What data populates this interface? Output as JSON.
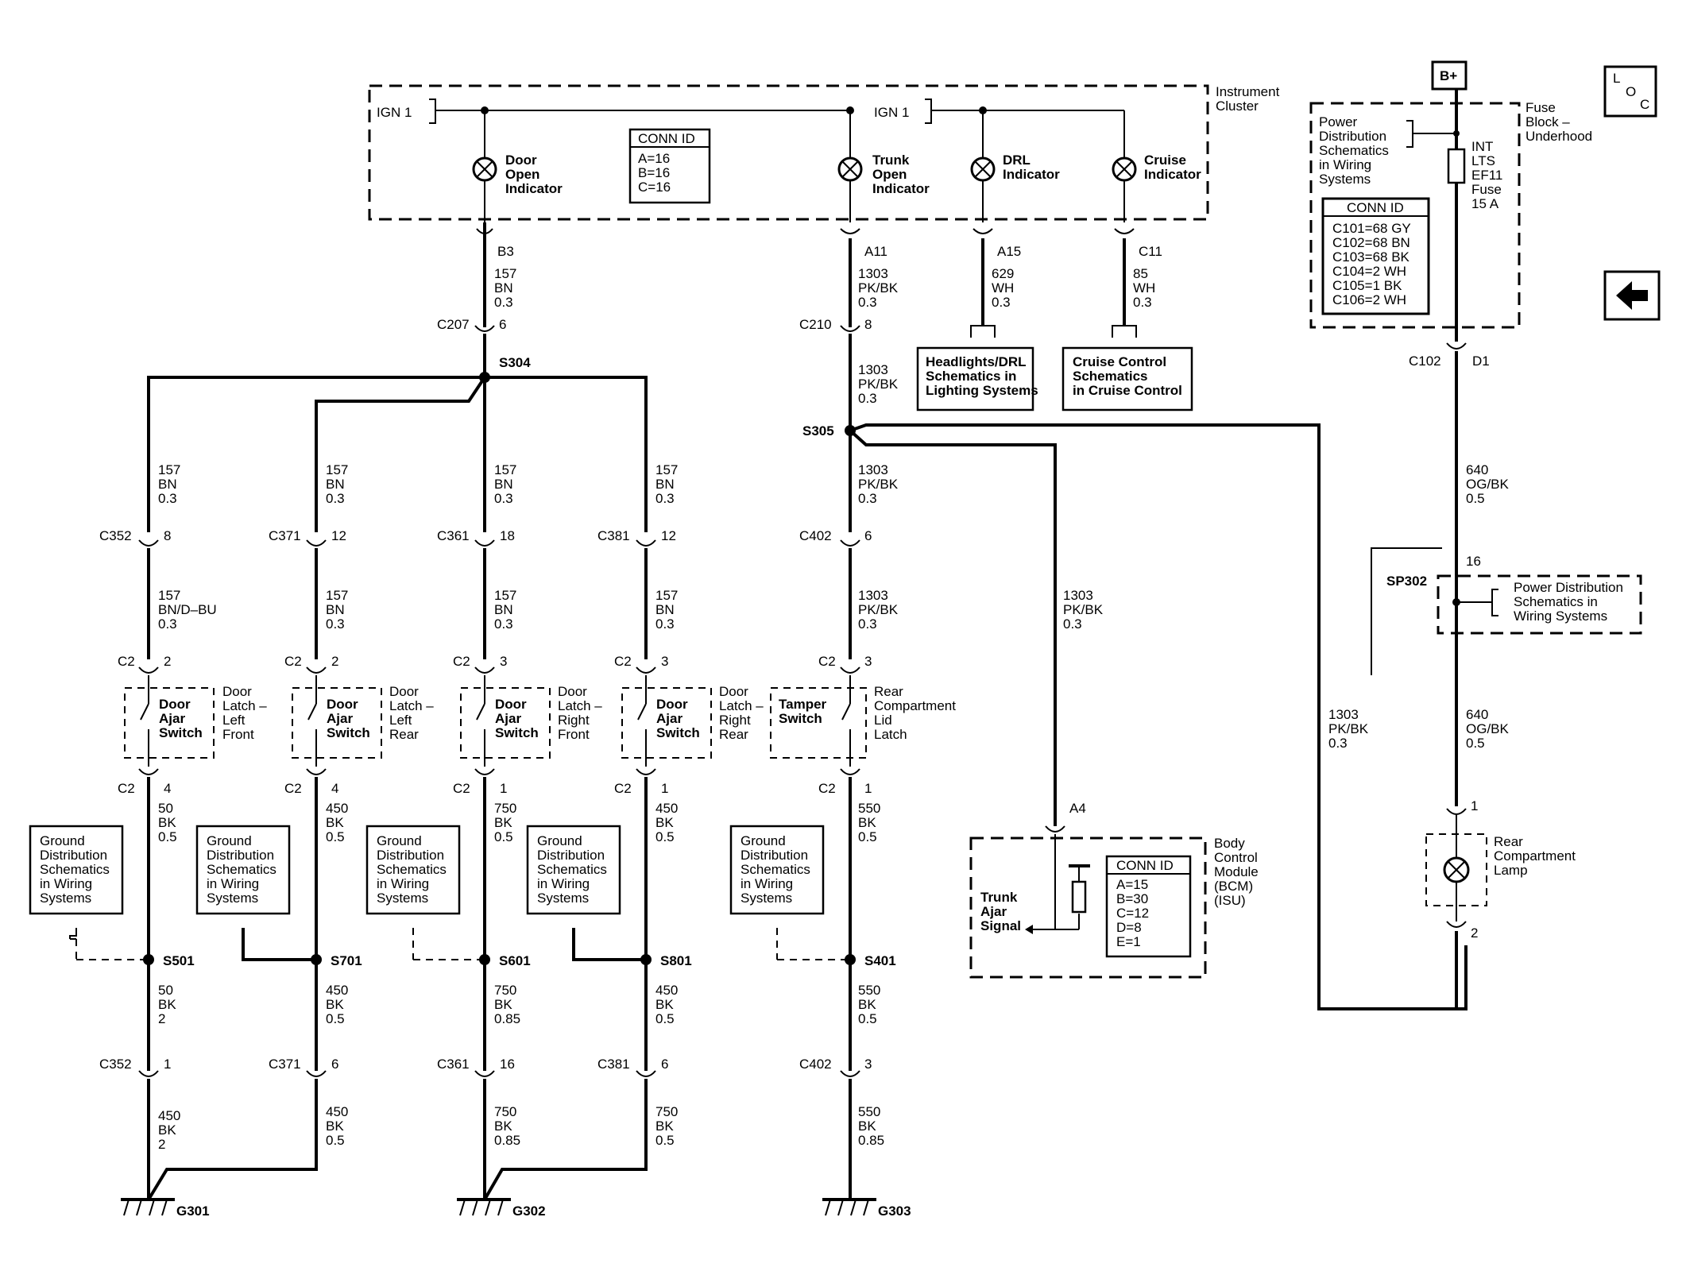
{
  "modules": {
    "instrument_cluster": "Instrument Cluster",
    "fuse_block": "Fuse Block – Underhood",
    "bcm": "Body Control Module (BCM) (ISU)",
    "ign_left": "IGN 1",
    "ign_right": "IGN 1",
    "power_source": "B+",
    "loc_symbol": "LOC"
  },
  "indicators": {
    "door_open": "Door Open Indicator",
    "trunk_open": "Trunk Open Indicator",
    "drl": "DRL Indicator",
    "cruise": "Cruise Indicator"
  },
  "conn_id_tables": {
    "cluster": {
      "title": "CONN ID",
      "rows": [
        "A=16",
        "B=16",
        "C=16"
      ]
    },
    "fuse_block": {
      "title": "CONN ID",
      "rows": [
        "C101=68 GY",
        "C102=68 BN",
        "C103=68 BK",
        "C104=2 WH",
        "C105=1 BK",
        "C106=2 WH"
      ]
    },
    "bcm": {
      "title": "CONN ID",
      "rows": [
        "A=15",
        "B=30",
        "C=12",
        "D=8",
        "E=1"
      ]
    }
  },
  "fuse": {
    "label": "INT LTS EF11 Fuse 15 A"
  },
  "reference_boxes": {
    "headlights": "Headlights/DRL Schematics in Lighting Systems",
    "cruise": "Cruise Control Schematics in Cruise Control",
    "power_dist_top": "Power Distribution Schematics in Wiring Systems",
    "power_dist_sp302": "Power Distribution Schematics in Wiring Systems",
    "ground_dist": "Ground Distribution Schematics in Wiring Systems"
  },
  "switches": {
    "door_ajar": "Door Ajar Switch",
    "tamper": "Tamper Switch",
    "lf": "Door Latch – Left Front",
    "lr": "Door Latch – Left Rear",
    "rf": "Door Latch – Right Front",
    "rr": "Door Latch – Right Rear",
    "rear_latch": "Rear Compartment Lid Latch"
  },
  "components": {
    "rear_lamp": "Rear Compartment Lamp",
    "trunk_ajar_signal": "Trunk Ajar Signal"
  },
  "splices": [
    "S304",
    "S305",
    "S501",
    "S701",
    "S601",
    "S801",
    "S401",
    "SP302"
  ],
  "grounds": [
    "G301",
    "G302",
    "G303"
  ],
  "connectors": [
    "B3",
    "A11",
    "A15",
    "C11",
    "C207 6",
    "C210 8",
    "C352 8",
    "C371 12",
    "C361 18",
    "C381 12",
    "C402 6",
    "C2 2",
    "C2 3",
    "C2 4",
    "C2 1",
    "C352 1",
    "C371 6",
    "C361 16",
    "C381 6",
    "C402 3",
    "C102 D1",
    "A4",
    "16",
    "1",
    "2"
  ],
  "wires": [
    "157 BN 0.3",
    "1303 PK/BK 0.3",
    "629 WH 0.3",
    "85 WH 0.3",
    "157 BN/D-BU 0.3",
    "50 BK 0.5",
    "450 BK 0.5",
    "750 BK 0.5",
    "550 BK 0.5",
    "50 BK 2",
    "750 BK 0.85",
    "450 BK 2",
    "550 BK 0.85",
    "640 OG/BK 0.5"
  ]
}
